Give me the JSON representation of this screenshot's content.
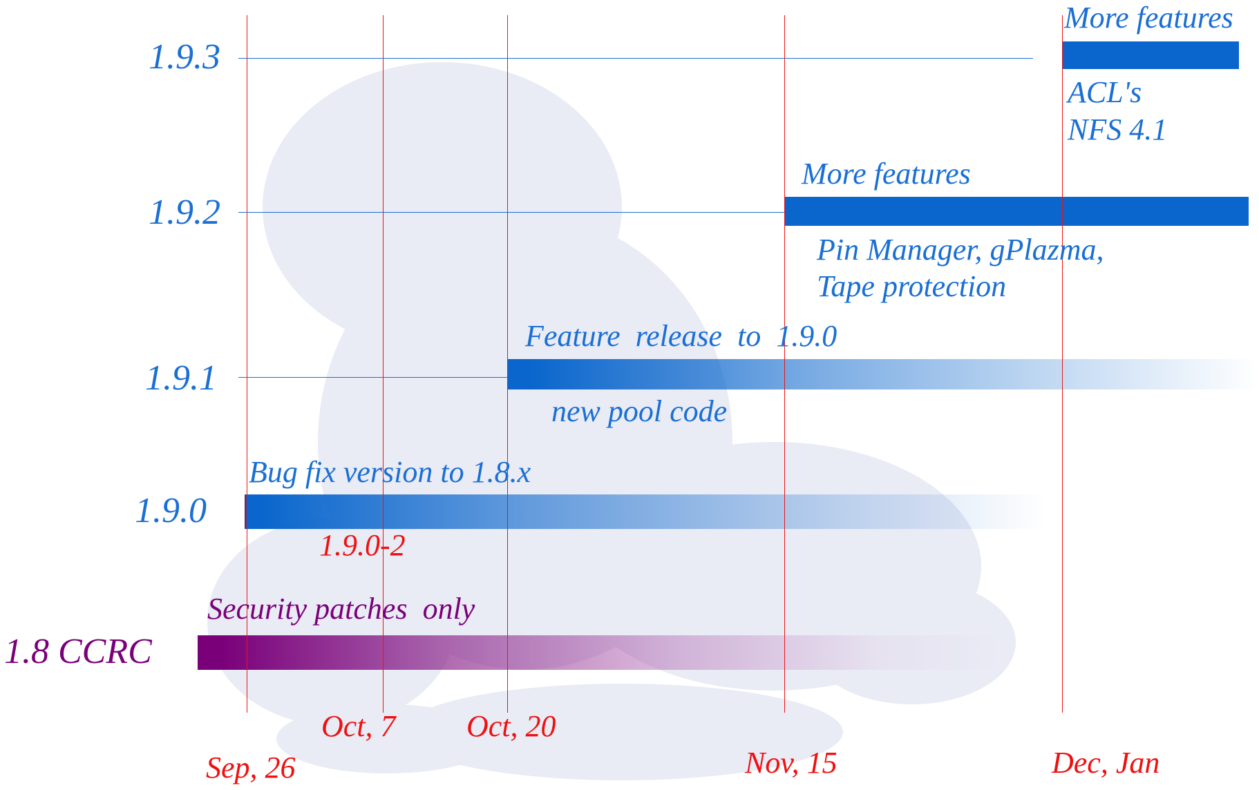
{
  "colors": {
    "blue": "#0a66cc",
    "text_blue": "#1a6fd4",
    "red": "#ee1111",
    "purple": "#7a007a",
    "watermark": "#e8eaf4"
  },
  "watermark": {
    "icon": "penguin-silhouette-icon"
  },
  "dates": [
    "Sep, 26",
    "Oct, 7",
    "Oct, 20",
    "Nov, 15",
    "Dec, Jan"
  ],
  "rows": [
    {
      "version": "1.9.3",
      "above": "More features",
      "below": [
        "ACL's",
        "NFS 4.1"
      ]
    },
    {
      "version": "1.9.2",
      "above": "More features",
      "below": [
        "Pin Manager, gPlazma,",
        "Tape protection"
      ]
    },
    {
      "version": "1.9.1",
      "above": "Feature  release  to  1.9.0",
      "below": [
        "new pool code"
      ]
    },
    {
      "version": "1.9.0",
      "above": "Bug fix version to 1.8.x",
      "below_red": "1.9.0-2"
    },
    {
      "version": "1.8 CCRC",
      "above": "Security patches  only"
    }
  ]
}
